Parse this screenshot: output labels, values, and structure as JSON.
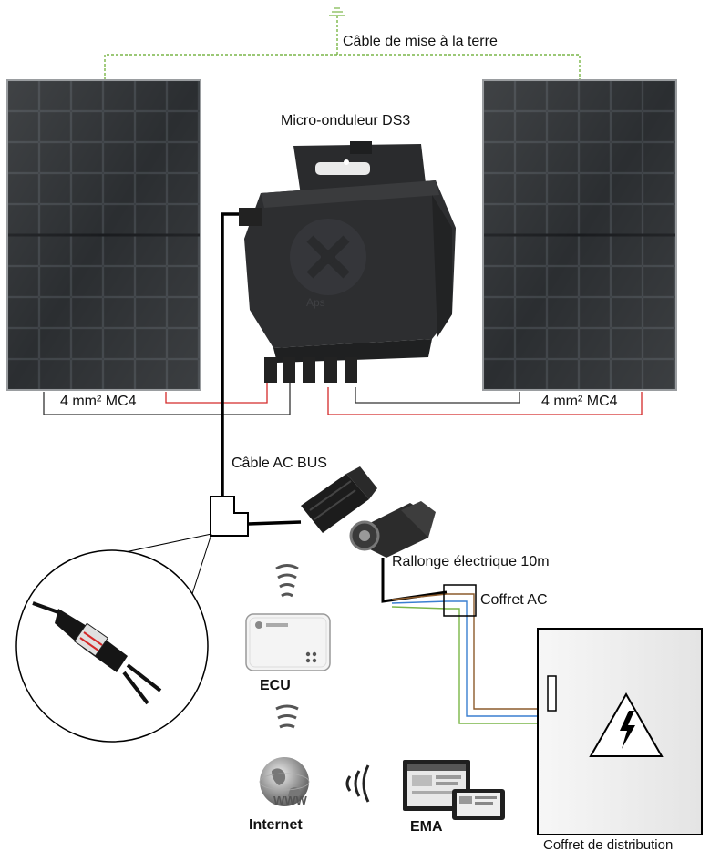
{
  "labels": {
    "ground_cable": "Câble de mise à la terre",
    "micro_inverter": "Micro-onduleur DS3",
    "cable_left": "4 mm² MC4",
    "cable_right": "4 mm² MC4",
    "ac_bus": "Câble AC BUS",
    "extension": "Rallonge électrique 10m",
    "ac_box": "Coffret AC",
    "ecu": "ECU",
    "internet": "Internet",
    "ema": "EMA",
    "distribution_box": "Coffret de distribution",
    "internet_globe_text": "WWW"
  },
  "colors": {
    "ground_wire": "#7ab648",
    "dc_positive": "#d42a2a",
    "dc_negative": "#333333",
    "ac_brown": "#8b5a2b",
    "ac_blue": "#3a7fd0",
    "ac_green_yellow": "#7ab648",
    "panel_body": "#2e3134",
    "inverter_body": "#2a2b2d"
  }
}
